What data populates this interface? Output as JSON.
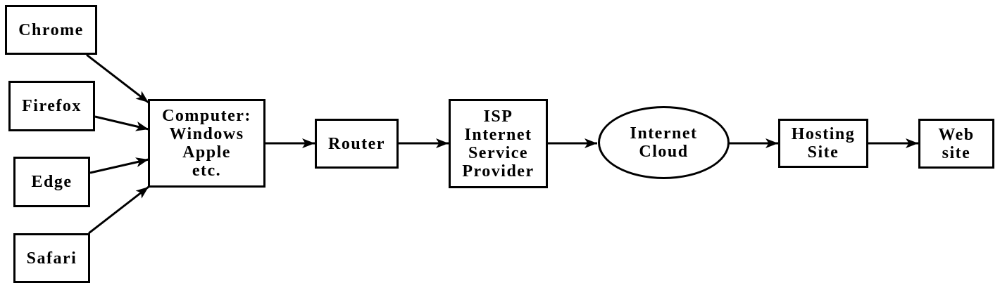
{
  "diagram": {
    "background_color": "#ffffff",
    "line_color": "#000000",
    "nodes": {
      "chrome": {
        "shape": "rect",
        "lines": [
          "Chrome"
        ]
      },
      "firefox": {
        "shape": "rect",
        "lines": [
          "Firefox"
        ]
      },
      "edge": {
        "shape": "rect",
        "lines": [
          "Edge"
        ]
      },
      "safari": {
        "shape": "rect",
        "lines": [
          "Safari"
        ]
      },
      "computer": {
        "shape": "rect",
        "lines": [
          "Computer:",
          "Windows",
          "Apple",
          "etc."
        ]
      },
      "router": {
        "shape": "rect",
        "lines": [
          "Router"
        ]
      },
      "isp": {
        "shape": "rect",
        "lines": [
          "ISP",
          "Internet",
          "Service",
          "Provider"
        ]
      },
      "cloud": {
        "shape": "ellipse",
        "lines": [
          "Internet",
          "Cloud"
        ]
      },
      "hosting": {
        "shape": "rect",
        "lines": [
          "Hosting",
          "Site"
        ]
      },
      "website": {
        "shape": "rect",
        "lines": [
          "Web",
          "site"
        ]
      }
    },
    "edges": [
      {
        "from": "chrome",
        "to": "computer"
      },
      {
        "from": "firefox",
        "to": "computer"
      },
      {
        "from": "edge",
        "to": "computer"
      },
      {
        "from": "safari",
        "to": "computer"
      },
      {
        "from": "computer",
        "to": "router"
      },
      {
        "from": "router",
        "to": "isp"
      },
      {
        "from": "isp",
        "to": "cloud"
      },
      {
        "from": "cloud",
        "to": "hosting"
      },
      {
        "from": "hosting",
        "to": "website"
      }
    ]
  }
}
